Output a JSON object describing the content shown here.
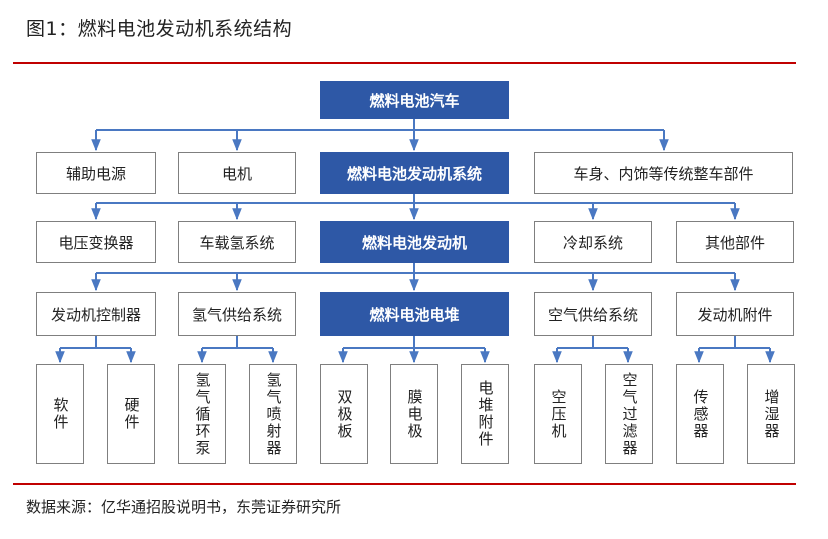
{
  "figure": {
    "title": "图1：燃料电池发动机系统结构",
    "source": "数据来源：亿华通招股说明书，东莞证券研究所"
  },
  "diagram": {
    "root": "燃料电池汽车",
    "level1": {
      "left1": "辅助电源",
      "left2": "电机",
      "center": "燃料电池发动机系统",
      "right": "车身、内饰等传统整车部件"
    },
    "level2": {
      "left1": "电压变换器",
      "left2": "车载氢系统",
      "center": "燃料电池发动机",
      "right1": "冷却系统",
      "right2": "其他部件"
    },
    "level3": {
      "b1": "发动机控制器",
      "b2": "氢气供给系统",
      "center": "燃料电池电堆",
      "b4": "空气供给系统",
      "b5": "发动机附件"
    },
    "level4": {
      "c1": "软件",
      "c2": "硬件",
      "c3": "氢气循环泵",
      "c4": "氢气喷射器",
      "c5": "双极板",
      "c6": "膜电极",
      "c7": "电堆附件",
      "c8": "空压机",
      "c9": "空气过滤器",
      "c10": "传感器",
      "c11": "增湿器"
    },
    "colors": {
      "main_fill": "#2e58a6",
      "connector": "#4a78c2",
      "rule": "#c00000"
    }
  }
}
